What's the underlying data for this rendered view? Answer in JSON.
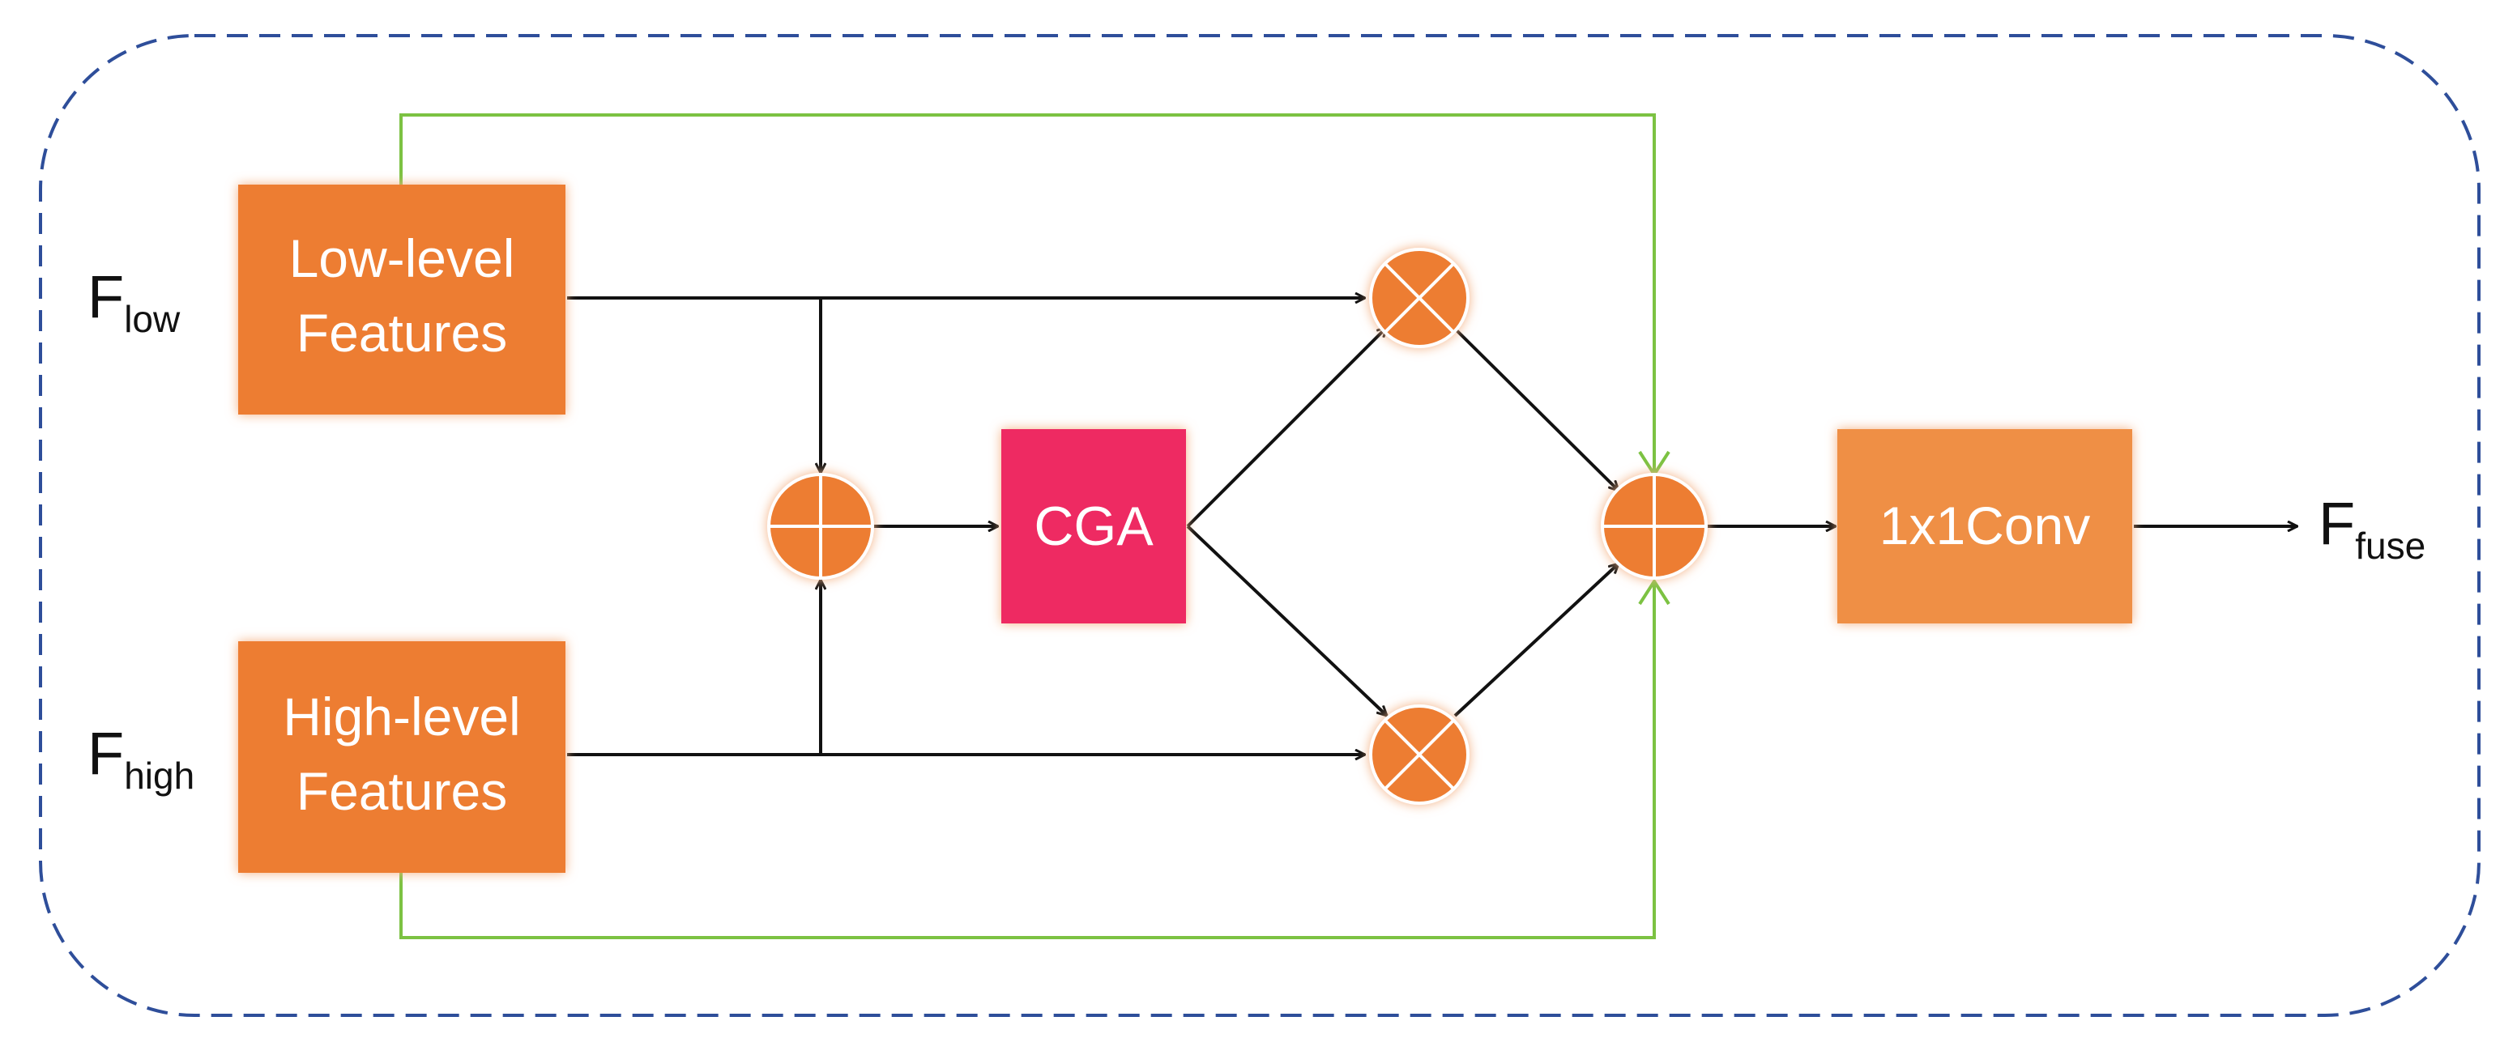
{
  "blocks": {
    "low": {
      "line1": "Low-level",
      "line2": "Features"
    },
    "high": {
      "line1": "High-level",
      "line2": "Features"
    },
    "cga": "CGA",
    "conv": "1x1Conv"
  },
  "labels": {
    "f_low": {
      "main": "F",
      "sub": "low"
    },
    "f_high": {
      "main": "F",
      "sub": "high"
    },
    "f_fuse": {
      "main": "F",
      "sub": "fuse"
    }
  },
  "colors": {
    "feature_block": "#ED7D31",
    "conv_block": "#EF8F45",
    "cga_block": "#EE2C62",
    "operator": "#ED7D31",
    "skip_line": "#7CC242",
    "container_border": "#2E4E9A",
    "arrow": "#111111"
  }
}
